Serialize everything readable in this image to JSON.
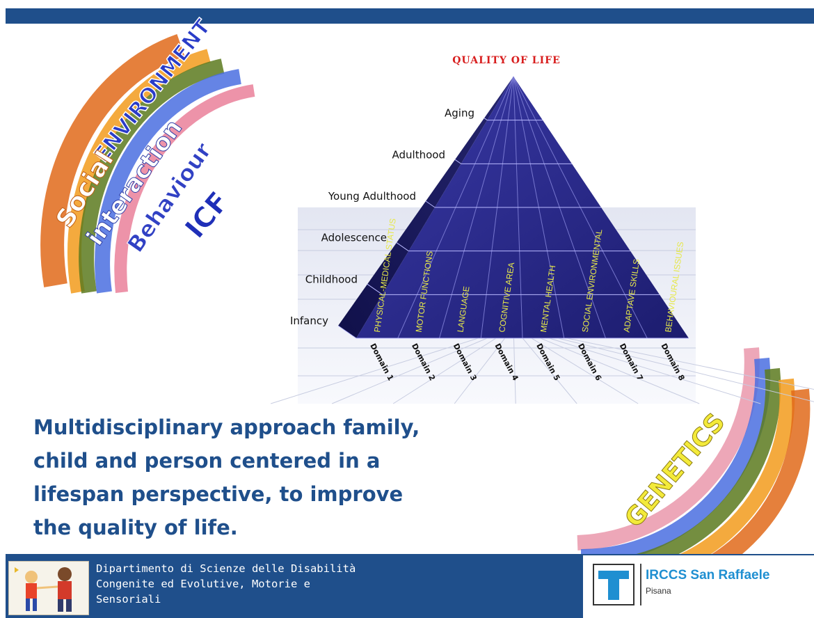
{
  "arcs": {
    "top_left_labels": [
      "ENVIRONMENT",
      "Social",
      "interaction",
      "Behaviour",
      "ICF"
    ],
    "bottom_right_label": "GENETICS"
  },
  "pyramid": {
    "title": "QUALITY OF LIFE",
    "stages": [
      "Aging",
      "Adulthood",
      "Young Adulthood",
      "Adolescence",
      "Childhood",
      "Infancy"
    ],
    "areas": [
      "PHYSICAL-MEDICAL STATUS",
      "MOTOR FUNCTIONS",
      "LANGUAGE",
      "COGNITIVE AREA",
      "MENTAL HEALTH",
      "SOCIAL ENVIRONMENTAL",
      "ADAPTAVE SKILLS",
      "BEHAVIOURAL ISSUES"
    ],
    "domains": [
      "Domain 1",
      "Domain 2",
      "Domain 3",
      "Domain 4",
      "Domain 5",
      "Domain 6",
      "Domain 7",
      "Domain 8"
    ]
  },
  "main_text": [
    "Multidisciplinary approach family,",
    "child and person centered in a",
    "lifespan perspective, to improve",
    "the quality of life."
  ],
  "footer": {
    "dept_lines": [
      "Dipartimento di Scienze delle Disabilità",
      "Congenite ed Evolutive, Motorie e",
      "Sensoriali"
    ],
    "institute_name": "IRCCS San Raffaele",
    "institute_city": "Pisana"
  },
  "colors": {
    "brand_blue": "#1f4f8b",
    "pyramid_dark": "#1c1c6e",
    "pyramid_light": "#4848b8",
    "area_text": "#e6e84a",
    "title_red": "#d81e1e"
  }
}
